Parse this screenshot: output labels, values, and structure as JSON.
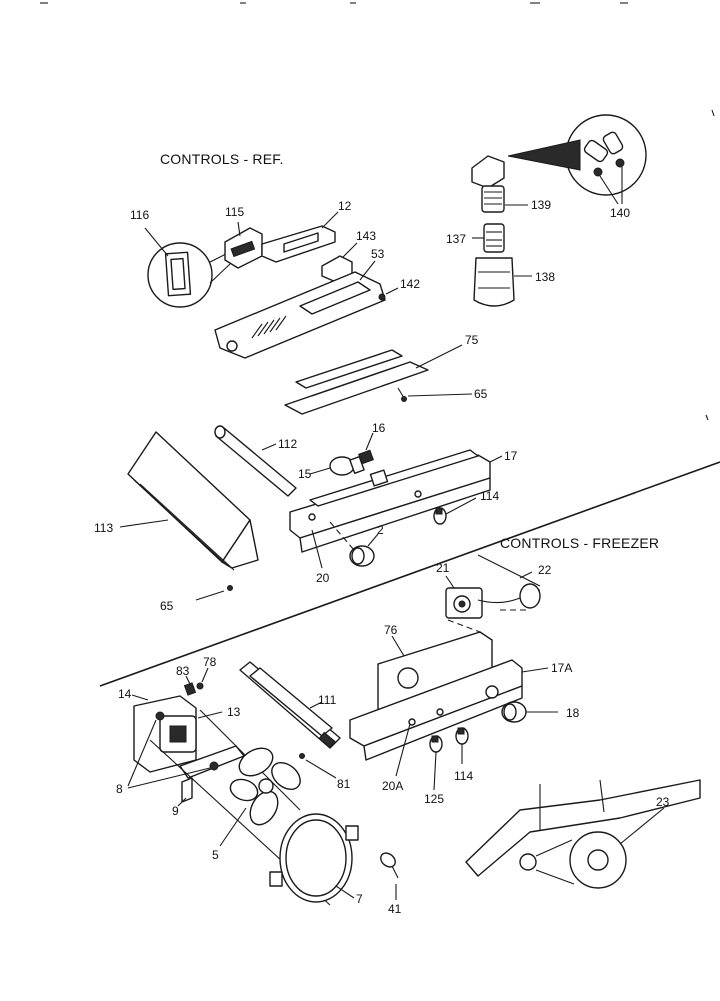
{
  "titles": {
    "ref": "CONTROLS - REF.",
    "freezer": "CONTROLS - FREEZER"
  },
  "callouts": {
    "p116": "116",
    "p115": "115",
    "p12": "12",
    "p143": "143",
    "p53": "53",
    "p142": "142",
    "p139": "139",
    "p140": "140",
    "p137": "137",
    "p138": "138",
    "p75": "75",
    "p65a": "65",
    "p16": "16",
    "p112": "112",
    "p17": "17",
    "p15": "15",
    "p114a": "114",
    "p113": "113",
    "p2": "2",
    "p20": "20",
    "p65b": "65",
    "p21": "21",
    "p22": "22",
    "p76": "76",
    "p17A": "17A",
    "p18": "18",
    "p83": "83",
    "p78": "78",
    "p14": "14",
    "p13": "13",
    "p111": "111",
    "p8": "8",
    "p81": "81",
    "p9": "9",
    "p5": "5",
    "p7": "7",
    "p41": "41",
    "p20A": "20A",
    "p125": "125",
    "p114b": "114",
    "p23": "23"
  }
}
